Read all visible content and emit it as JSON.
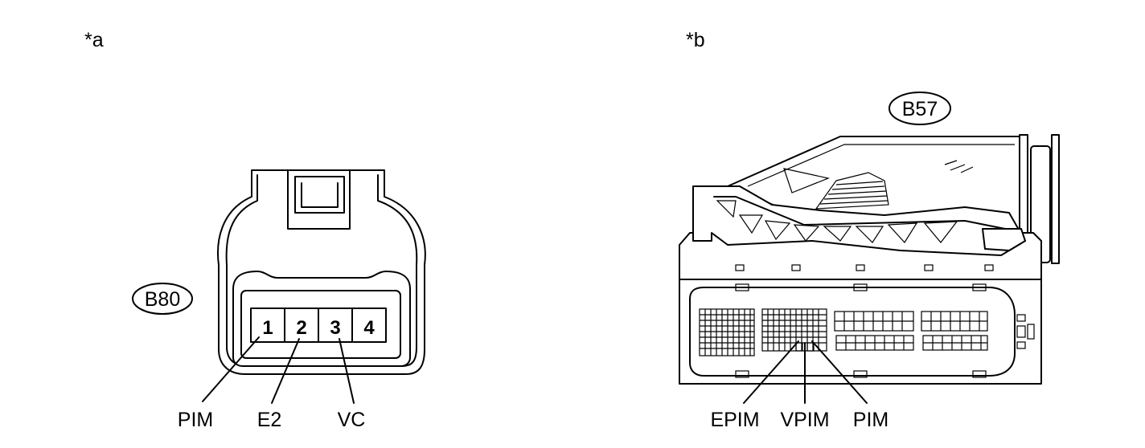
{
  "view_a": {
    "view_label": "*a",
    "connector_id": "B80",
    "pins": [
      "1",
      "2",
      "3",
      "4"
    ],
    "terminals": [
      "PIM",
      "E2",
      "VC"
    ]
  },
  "view_b": {
    "view_label": "*b",
    "connector_id": "B57",
    "terminals": [
      "EPIM",
      "VPIM",
      "PIM"
    ]
  }
}
